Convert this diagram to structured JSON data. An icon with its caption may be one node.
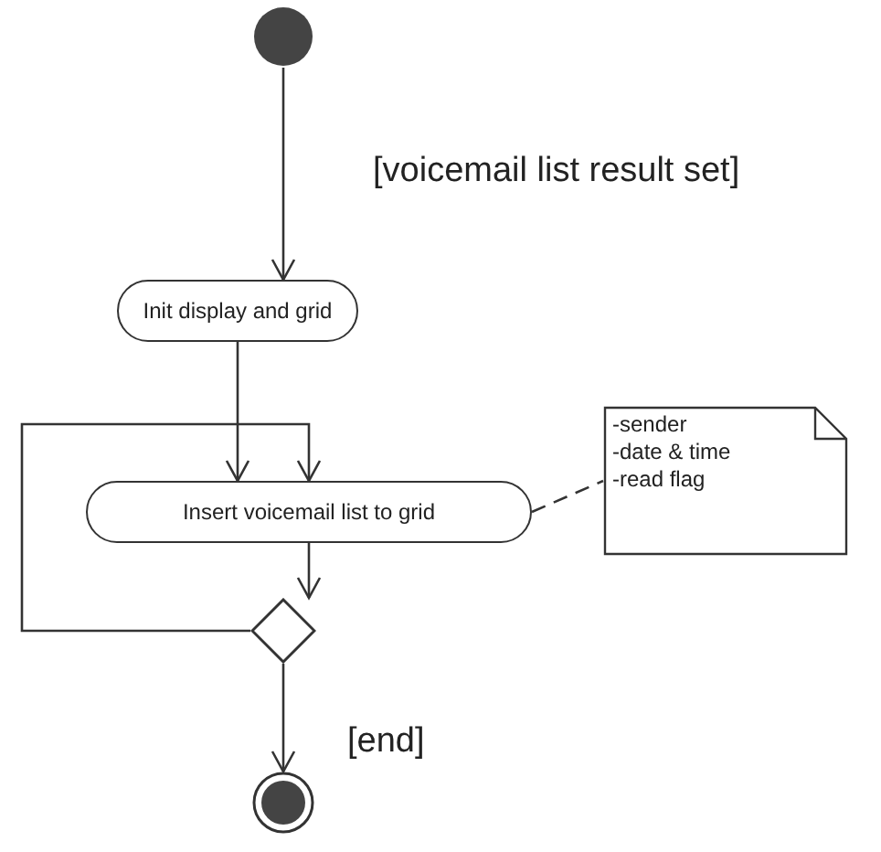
{
  "diagram": {
    "nodes": [
      {
        "text": [],
        "shape": "circle"
      },
      {
        "text": [
          "Init display and grid"
        ]
      },
      {
        "text": [
          "Insert voicemail list to grid"
        ]
      },
      {
        "text": [],
        "shape": "diamond"
      },
      {
        "text": [],
        "shape": "circle"
      },
      {
        "text": [
          "-sender",
          "-date & time",
          "-read flag"
        ]
      }
    ],
    "edges": [
      {
        "from": 0,
        "to": 1,
        "arrow": "to",
        "label": "[voicemail list result set]"
      },
      {
        "from": 1,
        "to": 2,
        "arrow": "to"
      },
      {
        "from": 2,
        "to": 3,
        "arrow": "to"
      },
      {
        "from": 3,
        "to": 2,
        "arrow": "to"
      },
      {
        "from": 3,
        "to": 4,
        "arrow": "to",
        "label": "[end]"
      },
      {
        "from": 2,
        "to": 5,
        "arrow": "none",
        "style": "dashed"
      }
    ]
  }
}
